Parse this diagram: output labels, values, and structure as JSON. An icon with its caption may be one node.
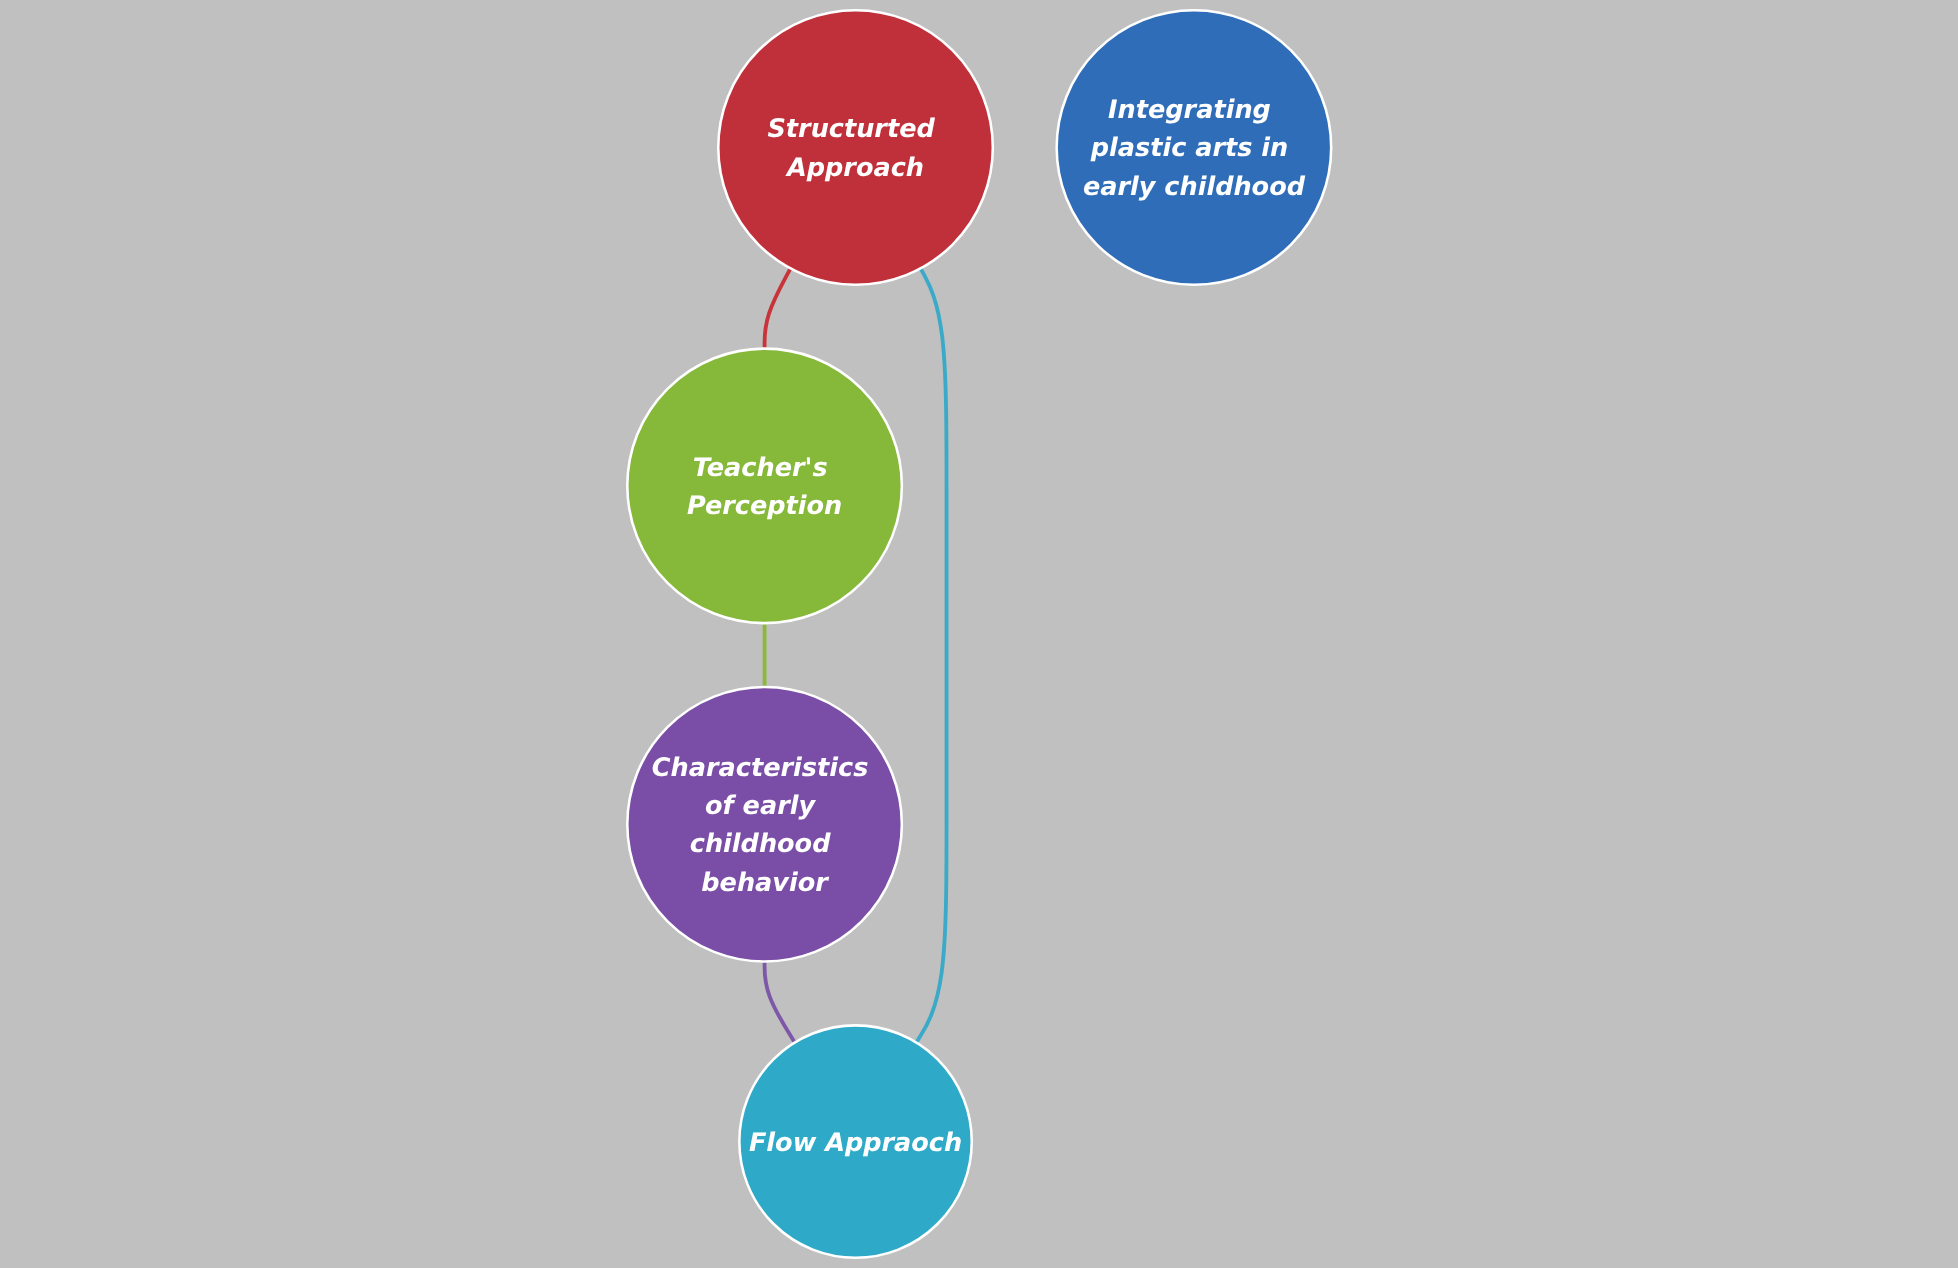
{
  "diagram": {
    "nodes": [
      {
        "text": [
          "Structurted Approach"
        ]
      },
      {
        "text": [
          "Flow Appraoch"
        ]
      },
      {
        "text": [
          "Integrating plastic arts in early childhood"
        ]
      },
      {
        "text": [
          "Teacher's Perception"
        ]
      },
      {
        "text": [
          "Characteristics of early childhood behavior"
        ]
      }
    ],
    "edges": [
      {
        "from": 0,
        "to": 3,
        "arrow": "none",
        "color": "#c8343a"
      },
      {
        "from": 3,
        "to": 4,
        "arrow": "none",
        "color": "#8cb83c"
      },
      {
        "from": 4,
        "to": 1,
        "arrow": "none",
        "color": "#7e58a8"
      },
      {
        "from": 1,
        "to": 0,
        "arrow": "none",
        "color": "#3aaac8"
      }
    ]
  }
}
